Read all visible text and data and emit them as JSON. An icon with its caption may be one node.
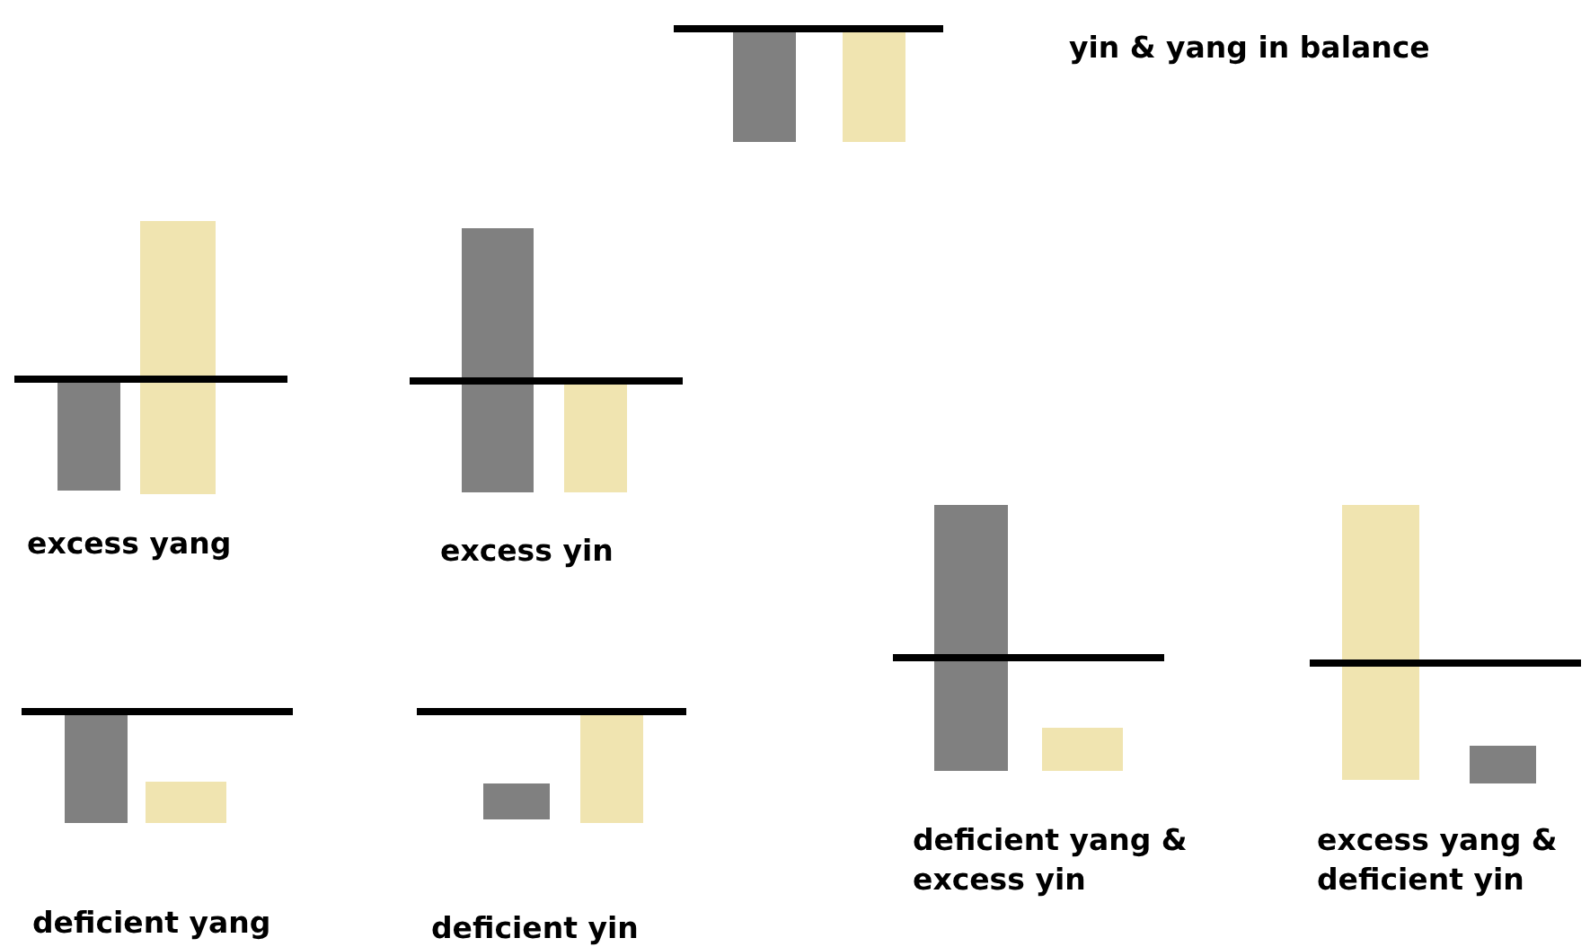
{
  "diagram": {
    "labels": [
      "yin & yang in balance",
      "excess yang",
      "excess yin",
      "deficient yang & excess yin",
      "excess yang & deficient yin",
      "deficient yang",
      "deficient yin"
    ]
  }
}
